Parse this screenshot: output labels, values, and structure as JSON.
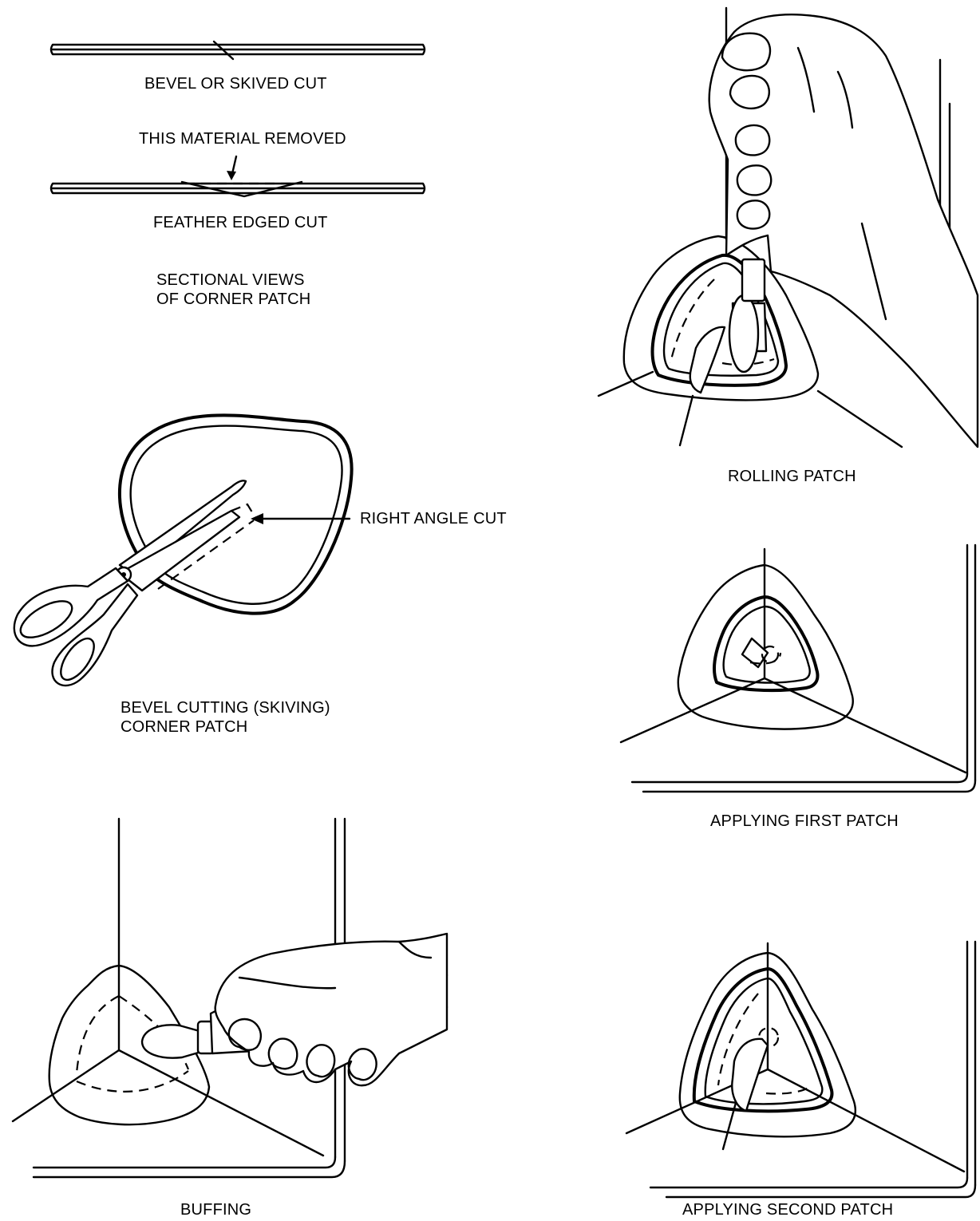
{
  "labels": {
    "bevel_cut": "BEVEL OR SKIVED CUT",
    "material_removed": "THIS MATERIAL REMOVED",
    "feather_cut": "FEATHER EDGED CUT",
    "sectional_line1": "SECTIONAL VIEWS",
    "sectional_line2": "OF CORNER PATCH",
    "right_angle_cut": "RIGHT ANGLE CUT",
    "bevel_cutting_line1": "BEVEL CUTTING (SKIVING)",
    "bevel_cutting_line2": "CORNER PATCH",
    "buffing": "BUFFING",
    "rolling_patch": "ROLLING PATCH",
    "first_patch": "APPLYING FIRST PATCH",
    "second_patch": "APPLYING SECOND PATCH"
  }
}
